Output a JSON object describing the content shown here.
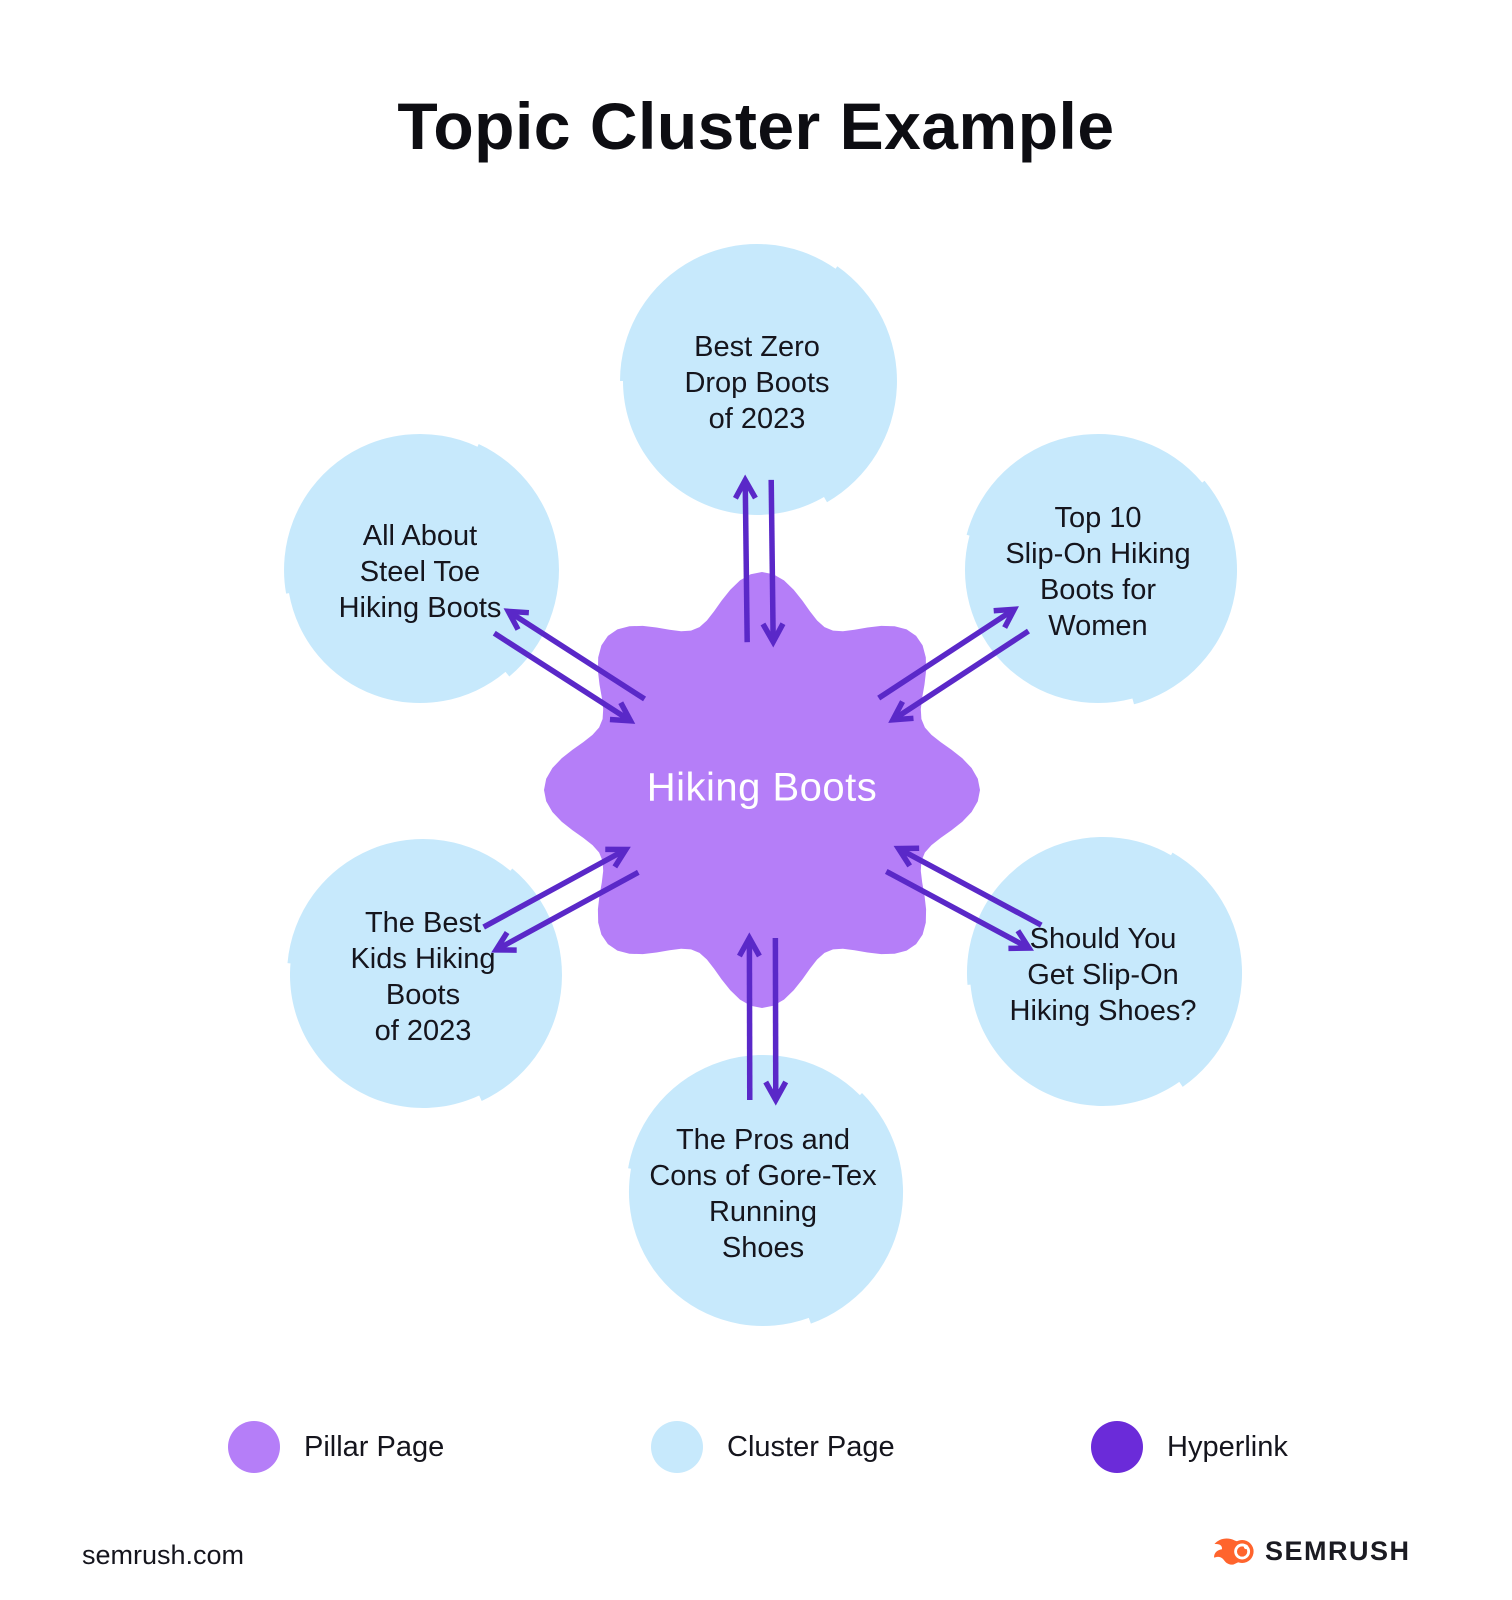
{
  "title": "Topic Cluster Example",
  "pillar": {
    "label": "Hiking Boots"
  },
  "clusters": [
    {
      "id": "top",
      "label": "Best Zero\nDrop Boots\nof 2023"
    },
    {
      "id": "upper-left",
      "label": "All About\nSteel Toe\nHiking Boots"
    },
    {
      "id": "upper-right",
      "label": "Top 10\nSlip-On Hiking\nBoots for\nWomen"
    },
    {
      "id": "lower-left",
      "label": "The Best\nKids Hiking\nBoots\nof 2023"
    },
    {
      "id": "lower-right",
      "label": "Should You\nGet Slip-On\nHiking Shoes?"
    },
    {
      "id": "bottom",
      "label": "The Pros and\nCons of Gore-Tex\nRunning\nShoes"
    }
  ],
  "legend": {
    "items": [
      {
        "label": "Pillar Page",
        "color": "#b57ef8"
      },
      {
        "label": "Cluster Page",
        "color": "#c7e9fc"
      },
      {
        "label": "Hyperlink",
        "color": "#6b2bd9"
      }
    ]
  },
  "footer": {
    "site": "semrush.com",
    "brand": "SEMRUSH"
  },
  "colors": {
    "pillar_fill": "#b57ef8",
    "cluster_fill": "#c7e9fc",
    "arrow": "#5a28c8",
    "title_text": "#0d0d12",
    "cluster_text": "#15151d",
    "pillar_text": "#ffffff",
    "semrush_orange": "#ff642d"
  }
}
